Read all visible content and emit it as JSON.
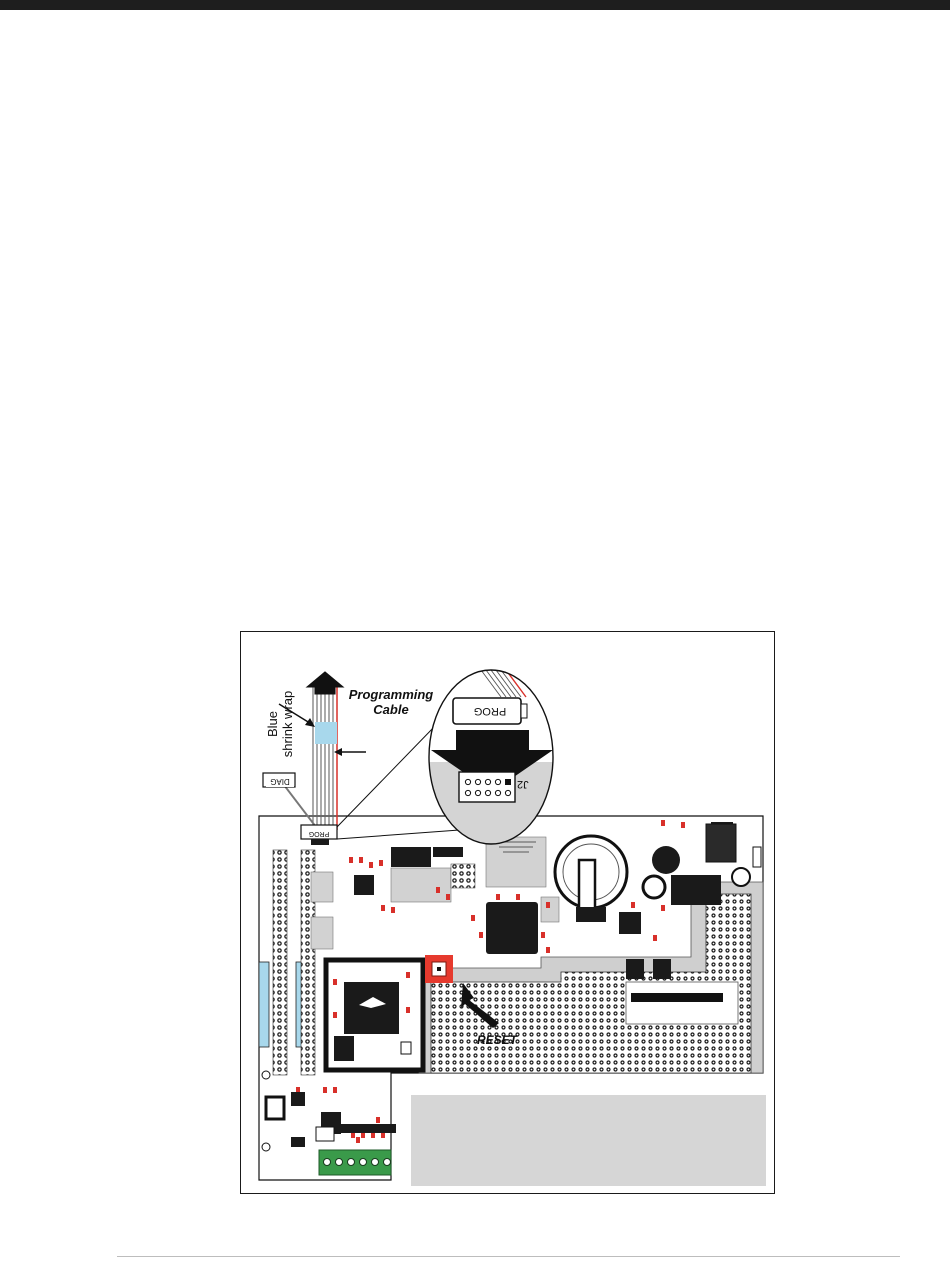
{
  "figure": {
    "programming_cable_label": "Programming\nCable",
    "shrink_wrap_label": "Blue\nshrink wrap",
    "reset_label": "RESET",
    "diag_header_label": "DIAG",
    "prog_header_label": "PROG",
    "prog_connector_label": "PROG",
    "j2_label": "J2"
  },
  "colors": {
    "shrink_wrap": "#a8d8ec",
    "reset_button": "#e63a2e",
    "terminal_block": "#3a9a4a",
    "board_gray": "#cfcfcf",
    "component_red": "#d8302a"
  }
}
